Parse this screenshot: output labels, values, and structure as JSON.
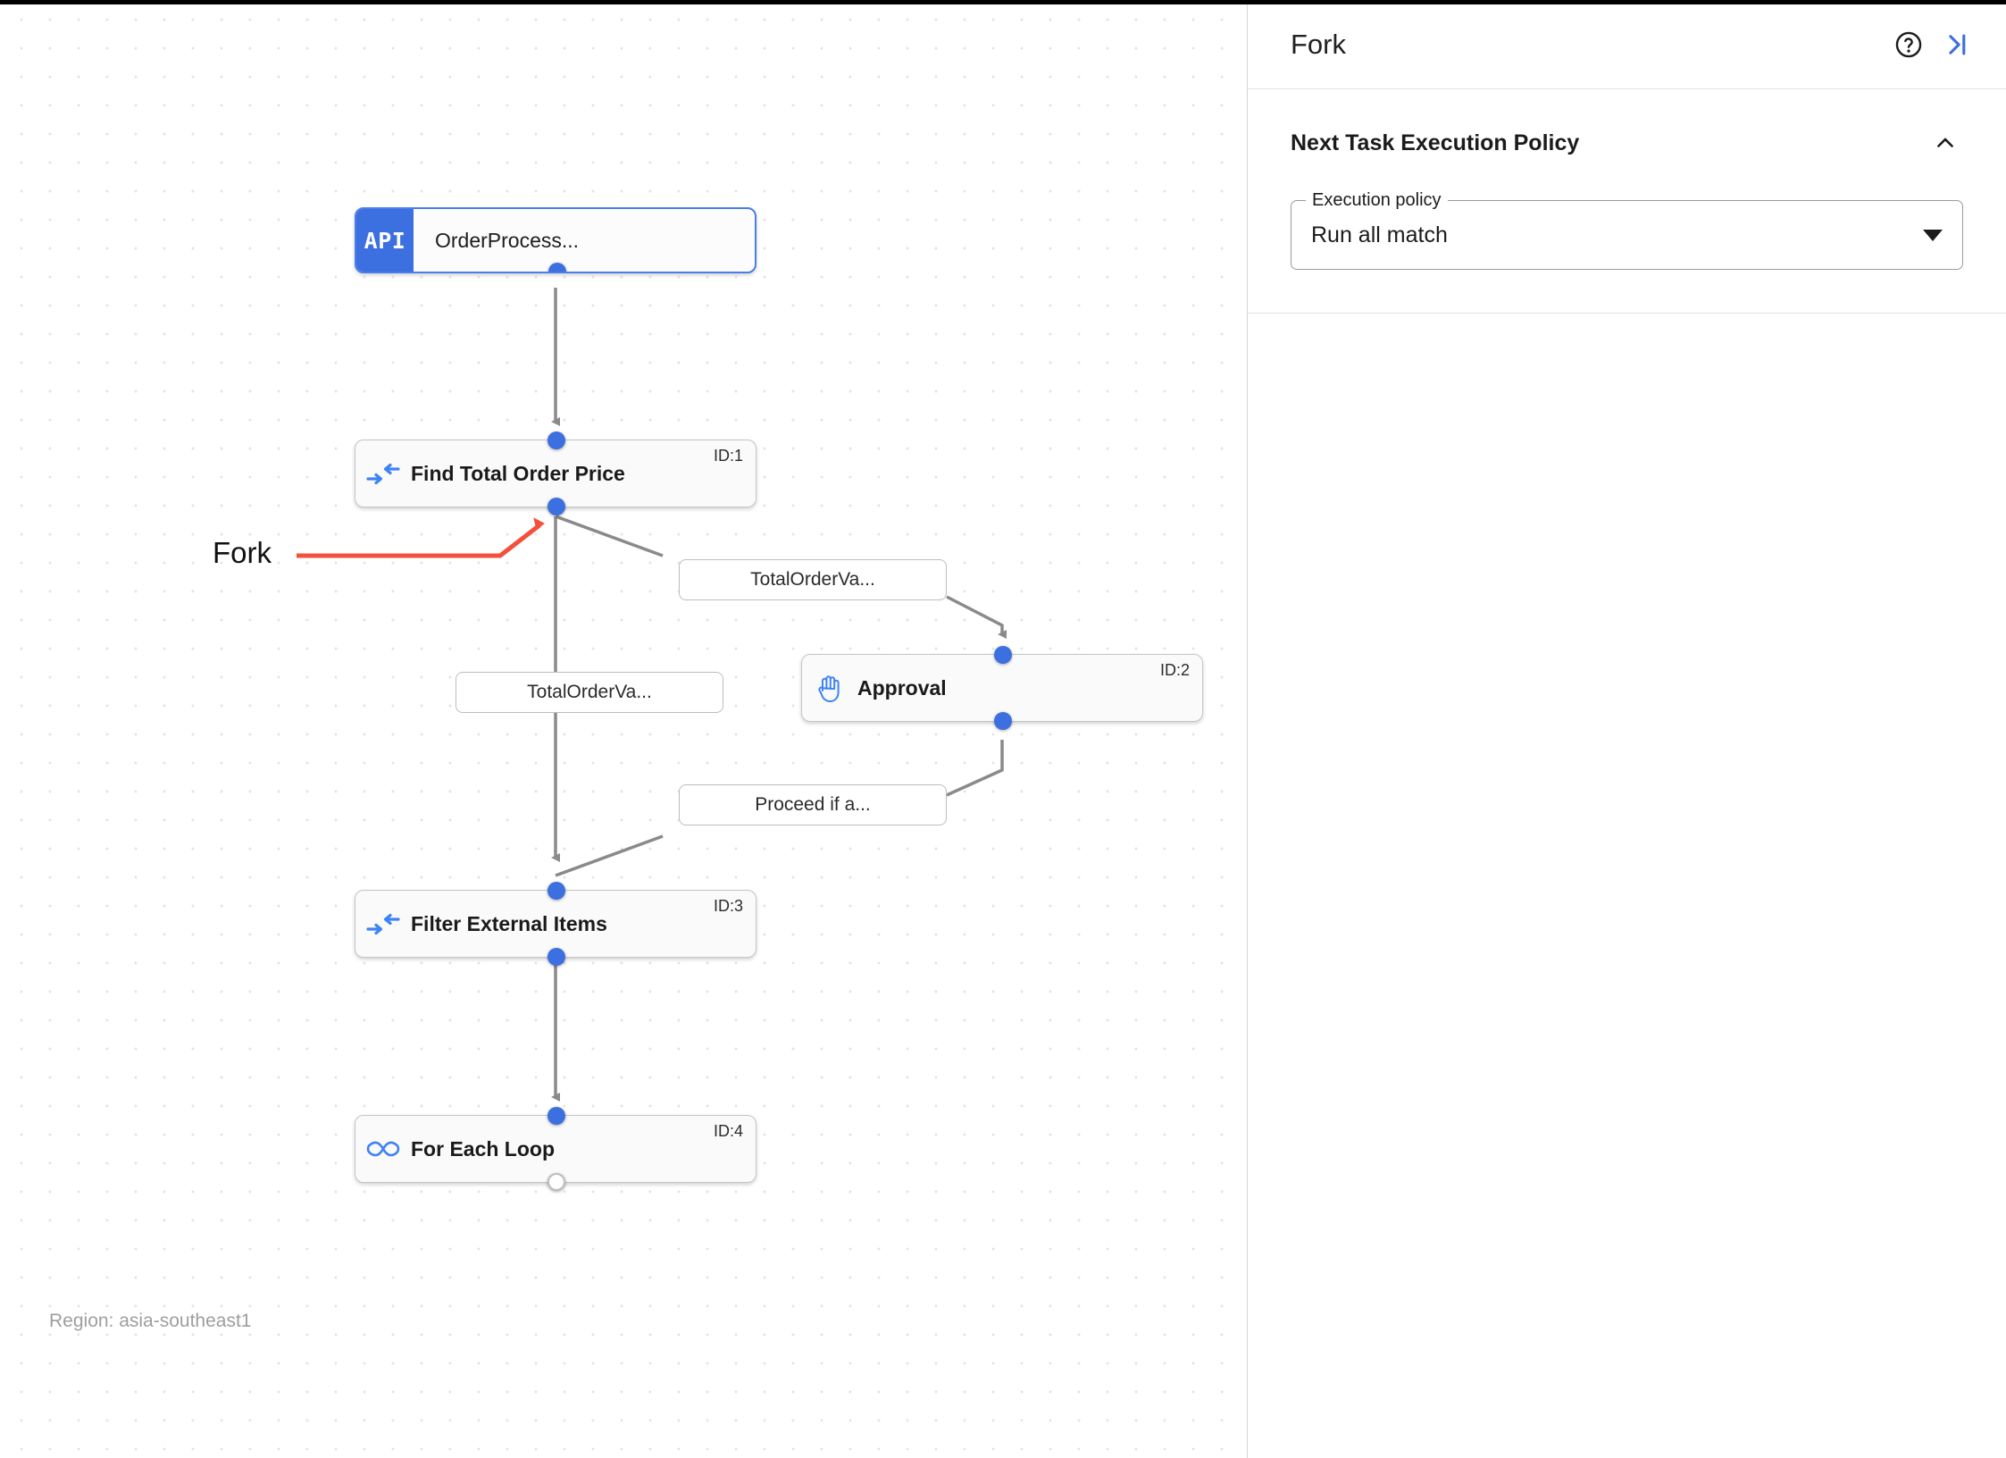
{
  "canvas": {
    "region_label": "Region: asia-southeast1",
    "annotation": {
      "label": "Fork",
      "color": "#f4503c"
    },
    "nodes": [
      {
        "key": "order-process",
        "type": "api",
        "badge": "API",
        "title": "OrderProcess...",
        "id_label": "",
        "icon": "api-icon"
      },
      {
        "key": "find-total-order-price",
        "type": "task",
        "title": "Find Total Order Price",
        "id_label": "ID:1",
        "icon": "merge-arrows-icon"
      },
      {
        "key": "approval",
        "type": "task",
        "title": "Approval",
        "id_label": "ID:2",
        "icon": "hand-icon"
      },
      {
        "key": "filter-external-items",
        "type": "task",
        "title": "Filter External Items",
        "id_label": "ID:3",
        "icon": "merge-arrows-icon"
      },
      {
        "key": "for-each-loop",
        "type": "task",
        "title": "For Each Loop",
        "id_label": "ID:4",
        "icon": "infinity-icon"
      }
    ],
    "edge_labels": [
      {
        "key": "edge-label-to-approval",
        "text": "TotalOrderVa..."
      },
      {
        "key": "edge-label-to-filter",
        "text": "TotalOrderVa..."
      },
      {
        "key": "edge-label-proceed",
        "text": "Proceed if a..."
      }
    ]
  },
  "panel": {
    "title": "Fork",
    "help_icon": "help-circle-icon",
    "collapse_icon": "collapse-panel-icon",
    "section": {
      "title": "Next Task Execution Policy",
      "collapse_icon": "chevron-up-icon",
      "field": {
        "legend": "Execution policy",
        "value": "Run all match",
        "arrow_icon": "chevron-down-icon"
      }
    }
  },
  "colors": {
    "accent_blue": "#3c6fe0",
    "annotation_red": "#f4503c",
    "edge_gray": "#757575"
  }
}
